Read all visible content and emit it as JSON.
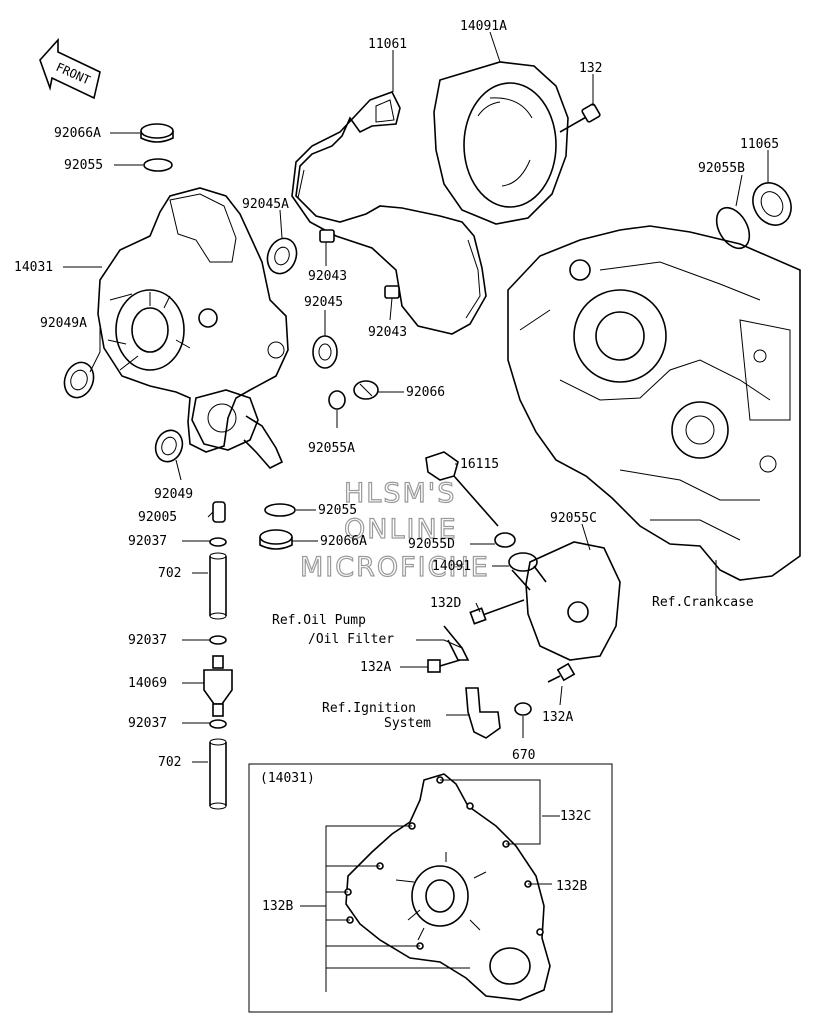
{
  "diagram": {
    "front_arrow": "FRONT",
    "inset_title": "(14031)",
    "watermark": [
      "HLSM'S",
      "ONLINE",
      "MICROFICHE"
    ],
    "labels": {
      "p11061": "11061",
      "p14091a": "14091A",
      "p132": "132",
      "p92055b": "92055B",
      "p11065": "11065",
      "p92066a": "92066A",
      "p92055": "92055",
      "p92045a": "92045A",
      "p14031": "14031",
      "p92043a": "92043",
      "p92045": "92045",
      "p92043b": "92043",
      "p92049a": "92049A",
      "p92066": "92066",
      "p92055a": "92055A",
      "p16115": "16115",
      "p92049": "92049",
      "p92055_2": "92055",
      "p92005": "92005",
      "p92055c": "92055C",
      "p92037a": "92037",
      "p92066a_2": "92066A",
      "p92055d": "92055D",
      "p702a": "702",
      "p14091": "14091",
      "p132d": "132D",
      "p_ref_crankcase": "Ref.Crankcase",
      "p_ref_oilpump_1": "Ref.Oil Pump",
      "p_ref_oilpump_2": "/Oil Filter",
      "p92037b": "92037",
      "p132a_1": "132A",
      "p14069": "14069",
      "p_ref_ign_1": "Ref.Ignition",
      "p_ref_ign_2": "System",
      "p132a_2": "132A",
      "p92037c": "92037",
      "p670": "670",
      "p702b": "702",
      "p132c": "132C",
      "p132b_r": "132B",
      "p132b_l": "132B"
    }
  }
}
